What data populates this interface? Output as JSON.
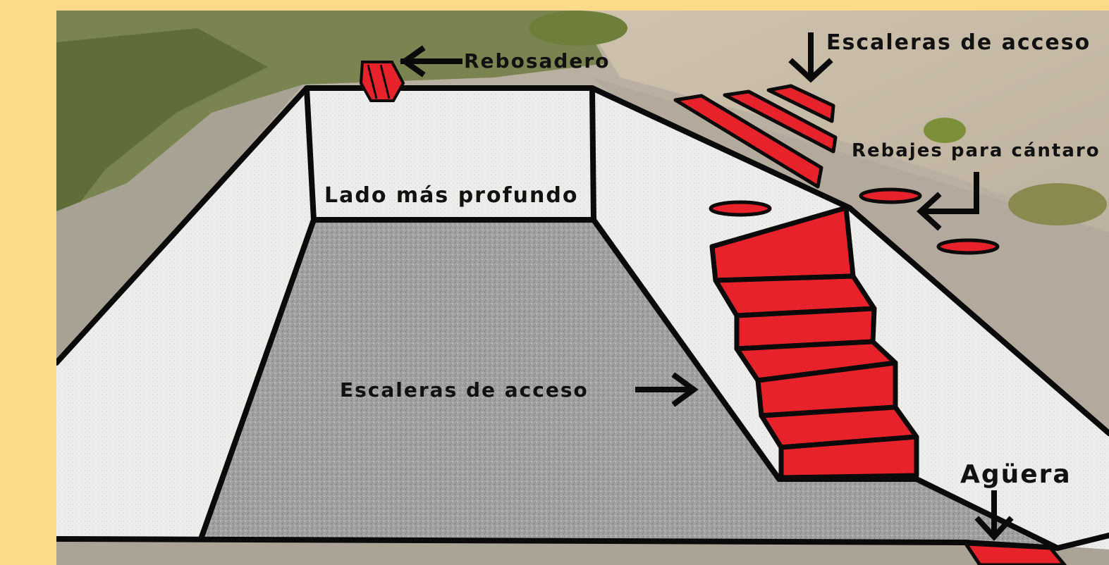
{
  "diagram": {
    "labels": {
      "rebosadero": "Rebosadero",
      "escaleras_acceso_top": "Escaleras de acceso",
      "rebajes": "Rebajes para cántaro",
      "lado_profundo": "Lado más profundo",
      "escaleras_acceso_inner": "Escaleras de acceso",
      "aguera": "Agüera"
    },
    "colors": {
      "frame": "#fdd98a",
      "highlight": "#e8222a",
      "outline": "#0a0a0a",
      "wall": "#ededeb",
      "floor": "#9c9c9c",
      "rock": "#b7ada0",
      "ground": "#d9cbb2",
      "vegetation": "#6f7a45"
    },
    "icons": [
      "arrow-left-icon",
      "arrow-down-icon",
      "arrow-right-icon",
      "arrow-corner-icon"
    ]
  }
}
